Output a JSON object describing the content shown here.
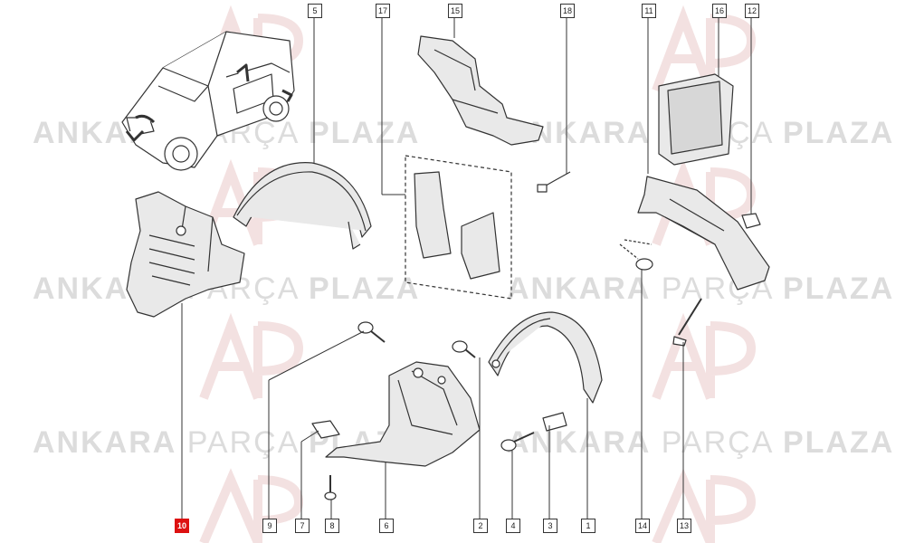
{
  "watermark": {
    "word1": "ANKARA",
    "word2": "PARÇA",
    "word3": "PLAZA"
  },
  "callouts": {
    "c1": "1",
    "c2": "2",
    "c3": "3",
    "c4": "4",
    "c5": "5",
    "c6": "6",
    "c7": "7",
    "c8": "8",
    "c9": "9",
    "c10": "10",
    "c11": "11",
    "c12": "12",
    "c13": "13",
    "c14": "14",
    "c15": "15",
    "c16": "16",
    "c17": "17",
    "c18": "18"
  },
  "colors": {
    "line": "#333333",
    "part_fill": "#e9e9e9",
    "highlight": "#dd1111",
    "watermark": "#d9d9d9",
    "logo": "#f2dede"
  }
}
